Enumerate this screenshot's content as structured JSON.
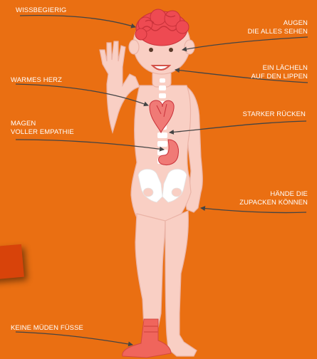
{
  "labels": {
    "wissbegierig": "WISSBEGIERIG",
    "augen_1": "AUGEN",
    "augen_2": "DIE ALLES SEHEN",
    "laecheln_1": "EIN LÄCHELN",
    "laecheln_2": "AUF DEN LIPPEN",
    "herz": "WARMES HERZ",
    "ruecken": "STARKER RÜCKEN",
    "magen_1": "MAGEN",
    "magen_2": "VOLLER EMPATHIE",
    "haende_1": "HÄNDE DIE",
    "haende_2": "ZUPACKEN KÖNNEN",
    "fuesse": "KEINE MÜDEN FÜSSE"
  },
  "colors": {
    "background": "#ea6f12",
    "skin": "#f9cfc4",
    "brain": "#ee4a52",
    "organs": "#f07a76",
    "sock": "#f0655c",
    "bones": "#ffffff",
    "arrows": "#444444",
    "label_text": "#ffffff"
  }
}
